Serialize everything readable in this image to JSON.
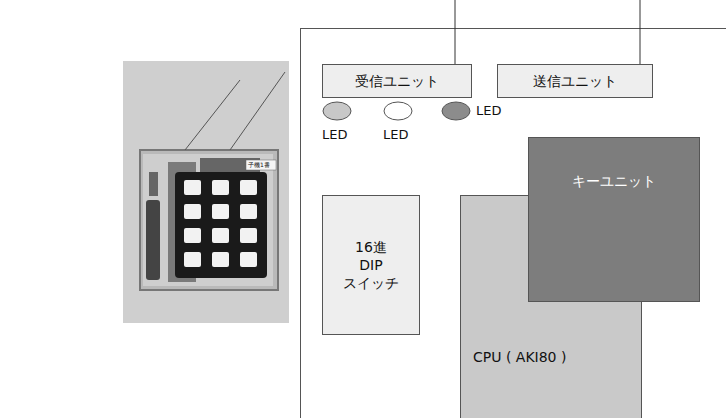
{
  "diagram": {
    "nodes": [
      {
        "text": [
          "受信ユニット"
        ]
      },
      {
        "text": [
          "送信ユニット"
        ]
      },
      {
        "text": [
          "キーユニット"
        ]
      },
      {
        "text": [
          "16進 DIP スイッチ"
        ]
      },
      {
        "text": [
          "CPU ( AKI80 )"
        ]
      }
    ],
    "labels": [
      "LED",
      "LED",
      "LED",
      "子機1番"
    ]
  }
}
